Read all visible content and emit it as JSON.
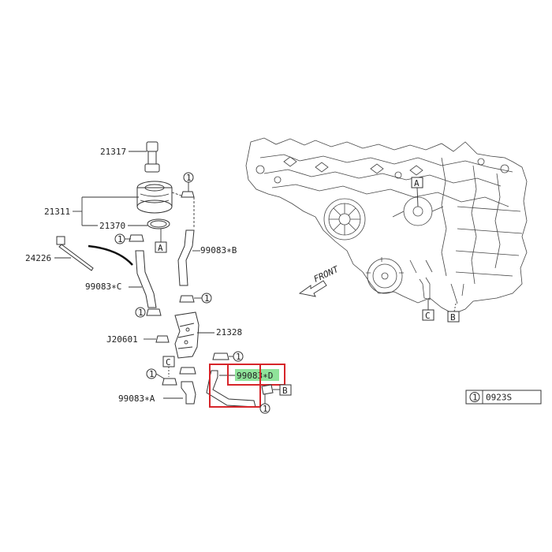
{
  "labels": {
    "p21317": "21317",
    "p21311": "21311",
    "p21370": "21370",
    "p24226": "24226",
    "p99083B": "99083∗B",
    "p99083C": "99083∗C",
    "pJ20601": "J20601",
    "p21328": "21328",
    "p99083A": "99083∗A",
    "p99083D": "99083∗D",
    "front": "FRONT",
    "refA": "A",
    "refB": "B",
    "refC": "C",
    "circle1": "1",
    "legend_num": "1",
    "legend_code": "0923S"
  },
  "colors": {
    "highlight_fill": "#8fe39a",
    "highlight_box": "#d6252a"
  }
}
